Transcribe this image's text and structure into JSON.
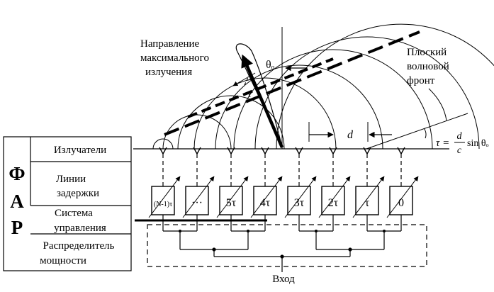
{
  "legend": {
    "acronym": [
      "Ф",
      "А",
      "Р"
    ],
    "rows": [
      {
        "lines": [
          "Излучатели"
        ]
      },
      {
        "lines": [
          "Линии",
          "задержки"
        ]
      },
      {
        "lines": [
          "Система",
          "управления"
        ]
      },
      {
        "lines": [
          "Распределитель",
          "мощности"
        ]
      }
    ]
  },
  "labels": {
    "beam_direction": [
      "Направление",
      "максимального",
      "излучения"
    ],
    "plane_front": [
      "Плоский",
      "волновой",
      "фронт"
    ],
    "theta": "θₒ",
    "spacing": "d",
    "formula_lhs": "τ =",
    "formula_num": "d",
    "formula_den": "c",
    "formula_rhs": "sin θₒ",
    "input": "Вход"
  },
  "delay_blocks": [
    "(N-1)τ",
    "···",
    "5τ",
    "4τ",
    "3τ",
    "2τ",
    "τ",
    "0"
  ],
  "element_count": 8
}
